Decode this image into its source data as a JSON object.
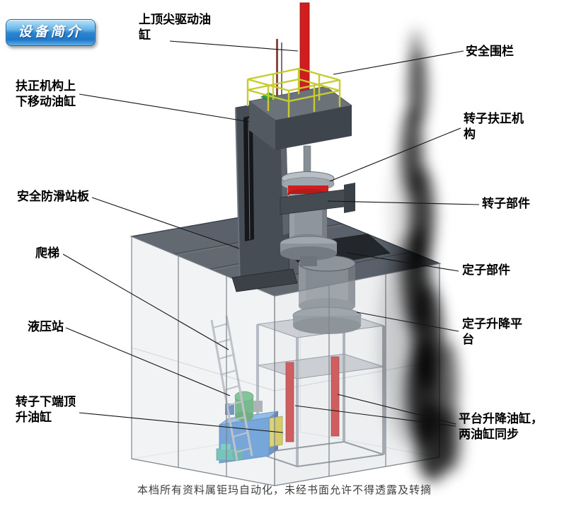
{
  "badge": {
    "label": "设备简介"
  },
  "callouts": {
    "top_drive_cylinder": "上顶尖驱动油缸",
    "safety_fence": "安全围栏",
    "centering_lift_cylinder": "扶正机构上下移动油缸",
    "rotor_centering_mechanism": "转子扶正机构",
    "anti_slip_platform": "安全防滑站板",
    "rotor_component": "转子部件",
    "ladder": "爬梯",
    "stator_component": "定子部件",
    "hydraulic_station": "液压站",
    "stator_lift_platform": "定子升降平台",
    "rotor_bottom_jack_cylinder": "转子下端顶升油缸",
    "platform_lift_cylinders": "平台升降油缸，两油缸同步"
  },
  "footer": {
    "notice": "本档所有资料属钜玛自动化，未经书面允许不得透露及转摘"
  },
  "colors": {
    "accent_red": "#d11d1d",
    "railing_yellow": "#c6cc2e",
    "hydraulic_blue": "#2e7cd0",
    "diamond_green": "#2f9e44",
    "badge_blue": "#1f78c6"
  }
}
